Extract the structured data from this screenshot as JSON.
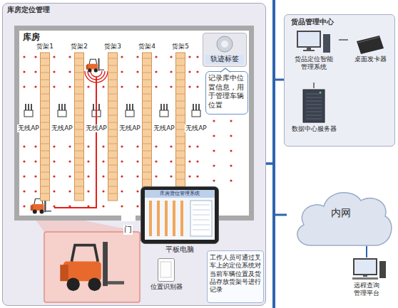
{
  "diagram": {
    "nodes": [
      {
        "text": [
          "库房定位管理"
        ]
      },
      {
        "text": [
          "库房"
        ],
        "in": 0
      },
      {
        "text": [
          "货架1"
        ],
        "in": 1
      },
      {
        "text": [
          "货架2"
        ],
        "in": 1
      },
      {
        "text": [
          "货架3"
        ],
        "in": 1
      },
      {
        "text": [
          "货架4"
        ],
        "in": 1
      },
      {
        "text": [
          "货架5"
        ],
        "in": 1
      },
      {
        "text": [
          "轨迹标签"
        ],
        "in": 1
      },
      {
        "text": [
          "记录库中位置信息，用于管理车辆位置"
        ],
        "in": 1
      },
      {
        "text": [
          "库房货位管理系统",
          "平板电脑"
        ],
        "in": 0
      },
      {
        "text": [
          "位置识别器"
        ],
        "in": 0
      },
      {
        "text": [
          "工作人员可通过叉车上的定位系统对当前车辆位置及货品存放货架号进行记录"
        ],
        "in": 0
      },
      {
        "text": [
          "货品管理中心"
        ]
      },
      {
        "text": [
          "货品定位智能管理系统"
        ],
        "in": 12
      },
      {
        "text": [
          "桌面发卡器"
        ],
        "in": 12
      },
      {
        "text": [
          "数据中心服务器"
        ],
        "in": 12
      },
      {
        "text": [
          "内网"
        ]
      },
      {
        "text": [
          "远程查询管理平台"
        ]
      }
    ],
    "edges": [
      {
        "from": 0,
        "to": 12,
        "arrow": "none"
      },
      {
        "from": 0,
        "to": 16,
        "arrow": "none"
      },
      {
        "from": 13,
        "to": 14,
        "arrow": "none"
      },
      {
        "from": 13,
        "to": 15,
        "arrow": "none"
      },
      {
        "from": 16,
        "to": 17,
        "arrow": "none"
      }
    ],
    "labels": [
      "无线AP",
      "无线AP",
      "无线AP",
      "无线AP",
      "无线AP",
      "无线AP",
      "门"
    ]
  }
}
